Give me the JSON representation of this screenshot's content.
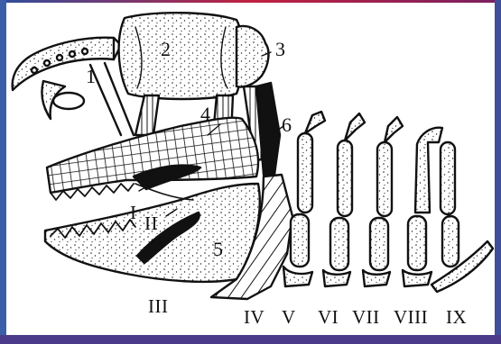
{
  "labels": {
    "n1": "1",
    "n2": "2",
    "n3": "3",
    "n4": "4",
    "n5": "5",
    "n6": "6",
    "r_i": "I",
    "r_ii": "II",
    "r_iii": "III",
    "r_iv": "IV",
    "r_v": "V",
    "r_vi": "VI",
    "r_vii": "VII",
    "r_viii": "VIII",
    "r_ix": "IX"
  },
  "colors": {
    "frame_left": "#3a5fa8",
    "frame_bottom": "#4b3a8a",
    "frame_top": "#c02040",
    "ink": "#111111",
    "fill": "#ffffff"
  }
}
